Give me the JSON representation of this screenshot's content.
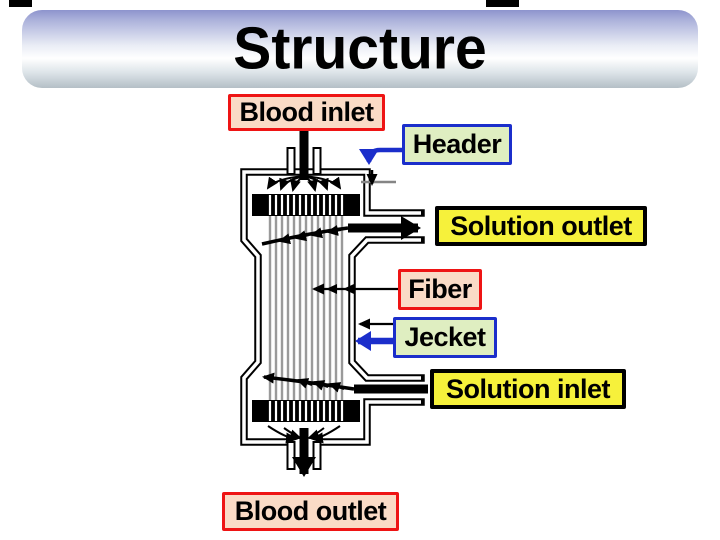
{
  "title": "Structure",
  "labels": {
    "blood_inlet": "Blood inlet",
    "header": "Header",
    "solution_outlet": "Solution outlet",
    "fiber": "Fiber",
    "jecket": "Jecket",
    "solution_inlet": "Solution inlet",
    "blood_outlet": "Blood outlet"
  },
  "colors": {
    "label_pink_bg": "#fadbc6",
    "label_red_border": "#ee1414",
    "label_green_bg": "#dfeec1",
    "label_blue_border": "#1b2ecb",
    "label_yellow_bg": "#f6f13b",
    "label_black_border": "#000000",
    "arrow_blue": "#1b2ecb",
    "fiber_line_gray": "#9a9a9a",
    "title_gradient_top": "#8d94cd",
    "title_gradient_bottom": "#b4bfc6"
  },
  "diagram": {
    "subject": "hollow-fiber dialyzer cross-section",
    "parts": [
      "blood inlet tube",
      "header space",
      "potting band",
      "fiber bundle",
      "jacket wall",
      "solution outlet port",
      "solution inlet port",
      "blood outlet tube"
    ]
  }
}
